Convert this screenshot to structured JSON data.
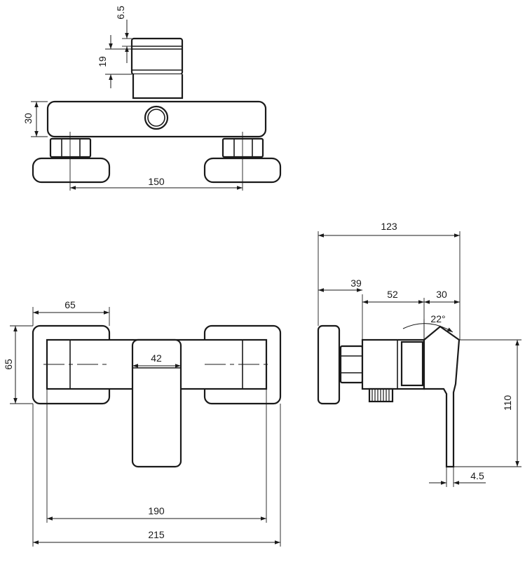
{
  "dimensions": {
    "top_view": {
      "gap": "6.5",
      "handle_height": "19",
      "body_height": "30",
      "center_distance": "150"
    },
    "front_view": {
      "flange_width": "65",
      "flange_height": "65",
      "lever_width": "42",
      "body_length": "190",
      "overall_length": "215"
    },
    "side_view": {
      "overall_depth": "123",
      "flange_offset": "39",
      "body_depth": "52",
      "lever_offset": "30",
      "lever_angle": "22°",
      "lever_height": "110",
      "lever_thickness": "4.5"
    }
  }
}
